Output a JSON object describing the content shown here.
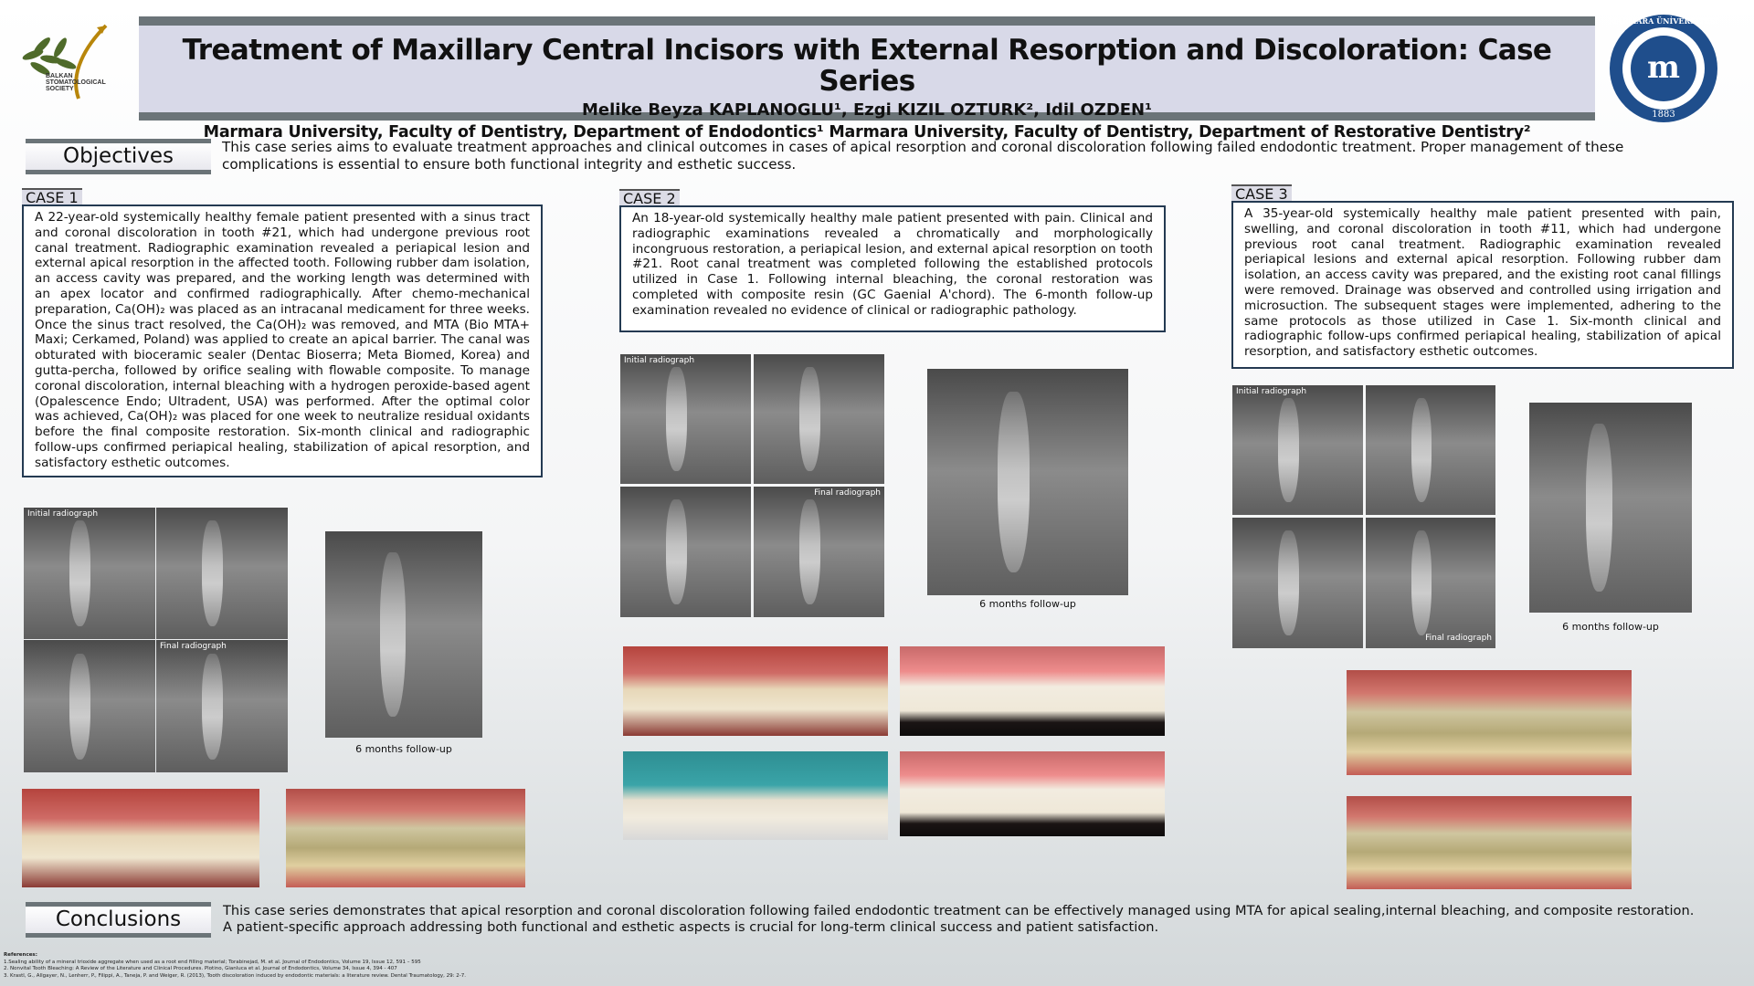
{
  "header": {
    "title": "Treatment of Maxillary Central Incisors with External Resorption and Discoloration: Case Series",
    "authors": "Melike Beyza KAPLANOGLU¹, Ezgi KIZIL OZTURK², Idil OZDEN¹",
    "affiliation": "Marmara University, Faculty of Dentistry, Department of Endodontics¹ Marmara University, Faculty of Dentistry, Department of Restorative Dentistry²",
    "left_logo_text": "BALKAN STOMATOLOGICAL SOCIETY",
    "right_logo_text": "MARMARA ÜNİVERSİTESİ",
    "right_logo_year": "1883",
    "right_logo_mark": "m"
  },
  "objectives": {
    "label": "Objectives",
    "text": "This case series aims to evaluate treatment approaches and clinical outcomes in cases of apical resorption and coronal discoloration following failed endodontic treatment. Proper management of these complications is essential to ensure both functional integrity and esthetic success."
  },
  "cases": [
    {
      "label": "CASE 1",
      "text": "A 22-year-old systemically healthy female patient presented with a sinus tract and coronal discoloration in tooth #21, which had undergone previous root canal treatment. Radiographic examination revealed a periapical lesion and external apical resorption in the affected tooth. Following rubber dam isolation, an access cavity was prepared, and the working length was determined with an apex locator and confirmed radiographically. After chemo-mechanical preparation, Ca(OH)₂ was placed as an intracanal medicament for three weeks. Once the sinus tract resolved, the Ca(OH)₂ was removed, and MTA (Bio MTA+ Maxi; Cerkamed, Poland) was applied to create an apical barrier. The canal was obturated with bioceramic sealer (Dentac Bioserra; Meta Biomed, Korea) and gutta-percha, followed by orifice sealing with flowable composite. To manage coronal discoloration, internal bleaching with a hydrogen peroxide-based agent (Opalescence Endo; Ultradent, USA) was performed. After the optimal color was achieved, Ca(OH)₂ was placed for one week to neutralize residual oxidants before the final composite restoration. Six-month clinical and radiographic follow-ups confirmed periapical healing, stabilization of apical resorption, and satisfactory esthetic outcomes.",
      "initial_label": "Initial radiograph",
      "final_label": "Final radiograph",
      "followup_caption": "6 months follow-up"
    },
    {
      "label": "CASE 2",
      "text": "An 18-year-old systemically healthy male patient presented with pain. Clinical and radiographic examinations revealed a chromatically and morphologically incongruous restoration, a periapical lesion, and external apical resorption on tooth #21. Root canal treatment was completed following the established protocols utilized in Case 1. Following internal bleaching, the coronal restoration was completed with composite resin (GC Gaenial A'chord). The 6-month follow-up examination revealed no evidence of clinical or radiographic pathology.",
      "initial_label": "Initial radiograph",
      "final_label": "Final radiograph",
      "followup_caption": "6 months follow-up"
    },
    {
      "label": "CASE 3",
      "text": "A 35-year-old systemically healthy male patient presented with pain, swelling, and coronal discoloration in tooth #11, which had undergone previous root canal treatment. Radiographic examination revealed periapical lesions and external apical resorption. Following rubber dam isolation, an access cavity was prepared, and the existing root canal fillings were removed. Drainage was observed and controlled using irrigation and microsuction. The subsequent stages were implemented, adhering to the same protocols as those utilized in Case 1. Six-month clinical and radiographic follow-ups confirmed periapical healing, stabilization of apical resorption, and satisfactory esthetic outcomes.",
      "initial_label": "Initial radiograph",
      "final_label": "Final radiograph",
      "followup_caption": "6 months follow-up"
    }
  ],
  "conclusions": {
    "label": "Conclusions",
    "text": "This case series demonstrates that apical resorption and coronal discoloration following failed endodontic treatment can be effectively managed using MTA for apical sealing,internal bleaching, and composite restoration. A patient-specific approach addressing both functional and esthetic aspects is crucial for long-term clinical success and patient satisfaction."
  },
  "references": {
    "heading": "References:",
    "items": [
      "1.Sealing ability of a mineral trioxide aggregate when used as a root end filling material; Torabinejad, M. et al. Journal of Endodontics, Volume 19, Issue 12, 591 – 595",
      "2. Nonvital Tooth Bleaching: A Review of the Literature and Clinical Procedures. Plotino, Gianluca et al. Journal of Endodontics, Volume 34, Issue 4, 394 - 407",
      "3. Krastl, G., Allgayer, N., Lenherr, P., Filippi, A., Taneja, P. and Weiger, R. (2013), Tooth discoloration induced by endodontic materials: a literature review. Dental Traumatology, 29: 2-7."
    ]
  }
}
